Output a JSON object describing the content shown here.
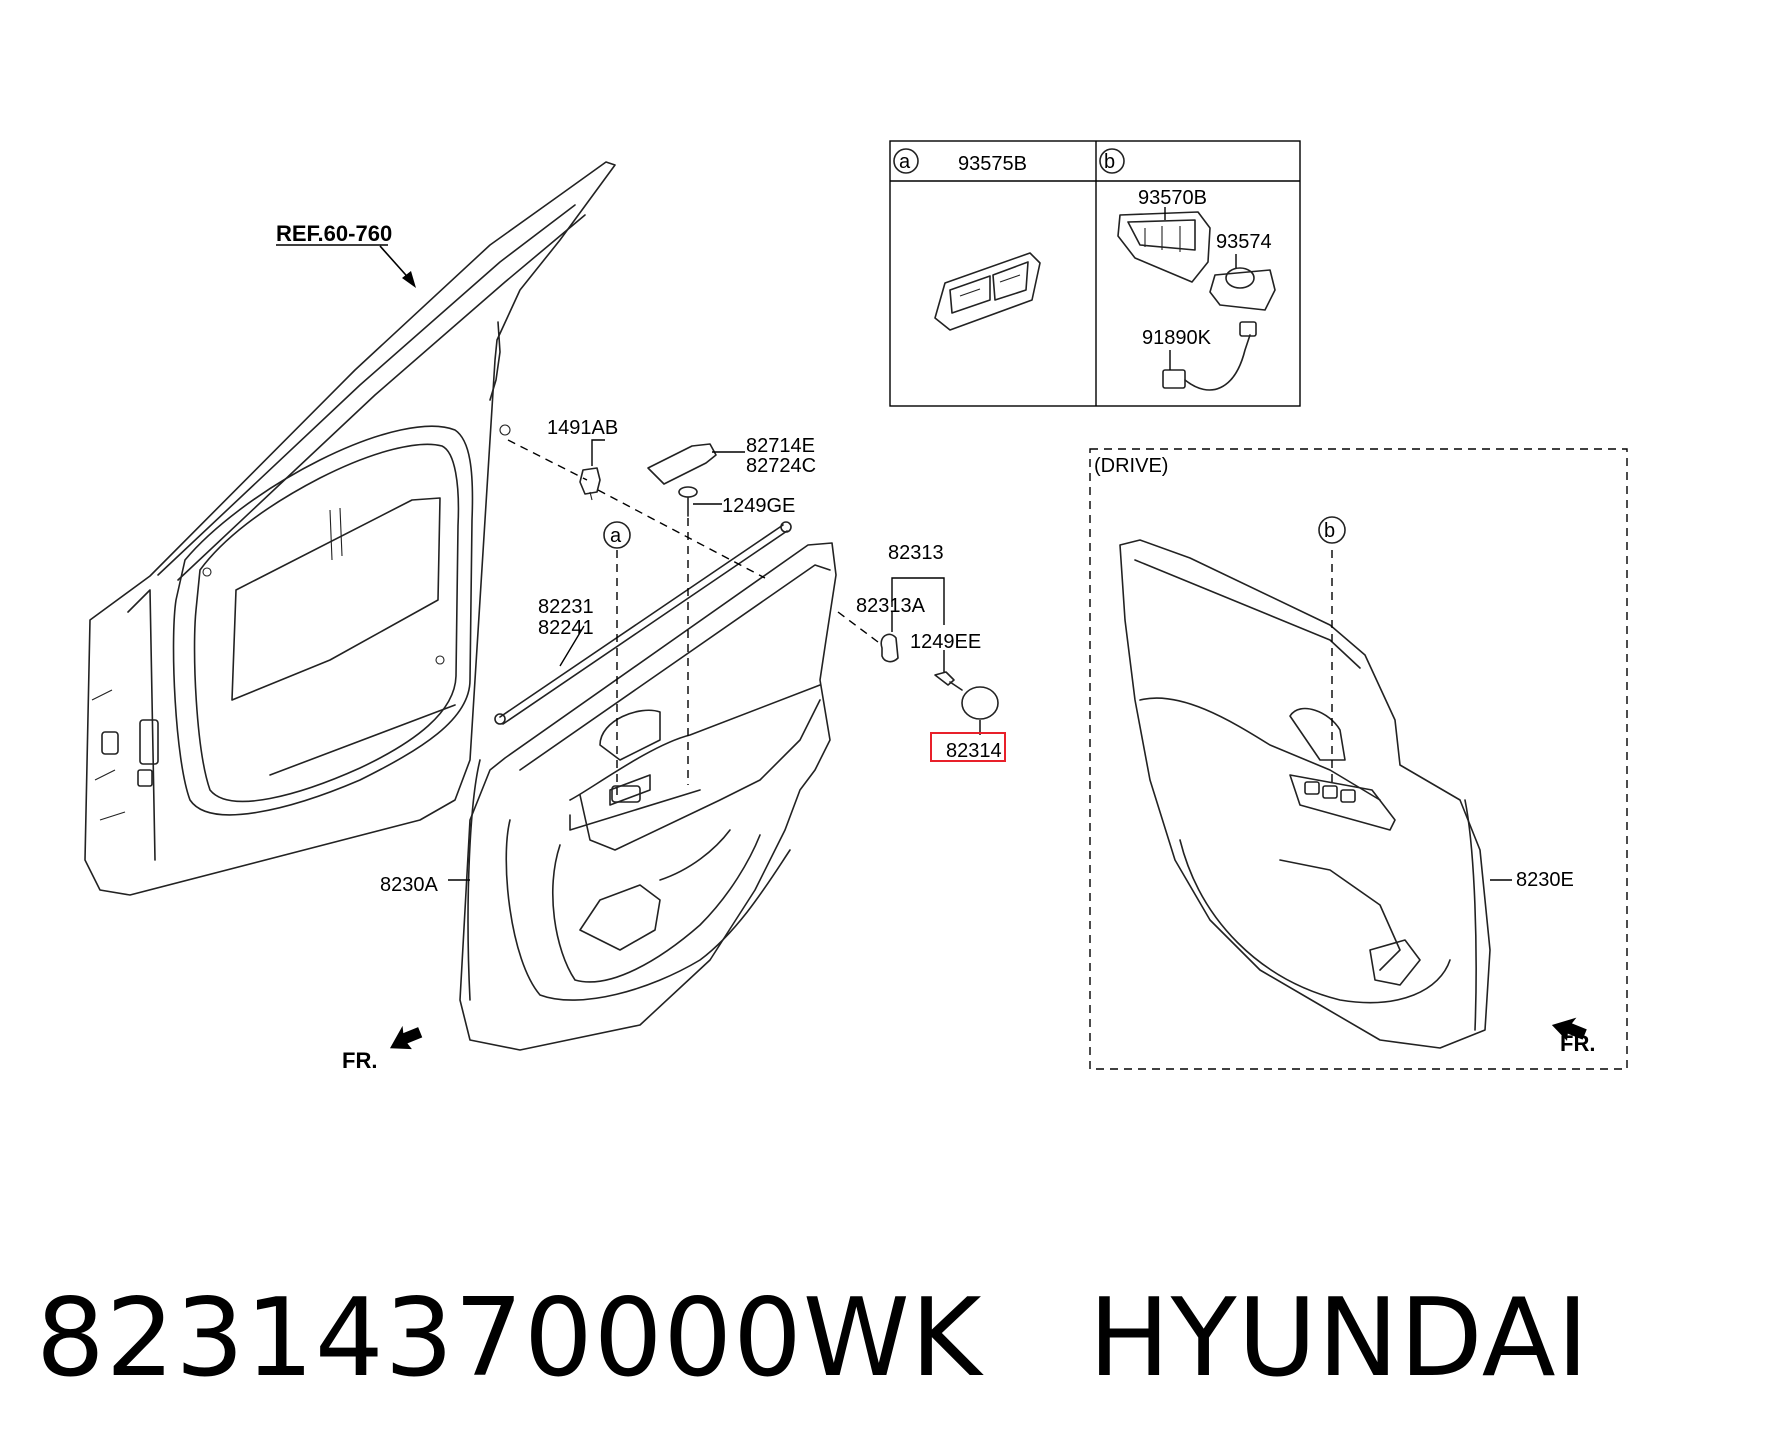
{
  "diagram": {
    "ref_label": "REF.60-760",
    "callouts": [
      {
        "key": "1491ab",
        "text": "1491AB"
      },
      {
        "key": "82714e",
        "text": "82714E"
      },
      {
        "key": "82724c",
        "text": "82724C"
      },
      {
        "key": "1249ge",
        "text": "1249GE"
      },
      {
        "key": "82231",
        "text": "82231"
      },
      {
        "key": "82241",
        "text": "82241"
      },
      {
        "key": "82313",
        "text": "82313"
      },
      {
        "key": "82313a",
        "text": "82313A"
      },
      {
        "key": "1249ee",
        "text": "1249EE"
      },
      {
        "key": "82314",
        "text": "82314",
        "highlighted": true
      },
      {
        "key": "8230a",
        "text": "8230A"
      },
      {
        "key": "8230e",
        "text": "8230E"
      }
    ],
    "inset": {
      "col_a": {
        "marker": "a",
        "part": "93575B"
      },
      "col_b": {
        "marker": "b",
        "parts": [
          "93570B",
          "93574",
          "91890K"
        ]
      }
    },
    "drive_label": "(DRIVE)",
    "markers": {
      "a": "a",
      "b": "b"
    },
    "fr_label": "FR.",
    "highlight_color": "#e8202a"
  },
  "caption": {
    "part_number": "82314370000WK",
    "brand": "HYUNDAI"
  }
}
